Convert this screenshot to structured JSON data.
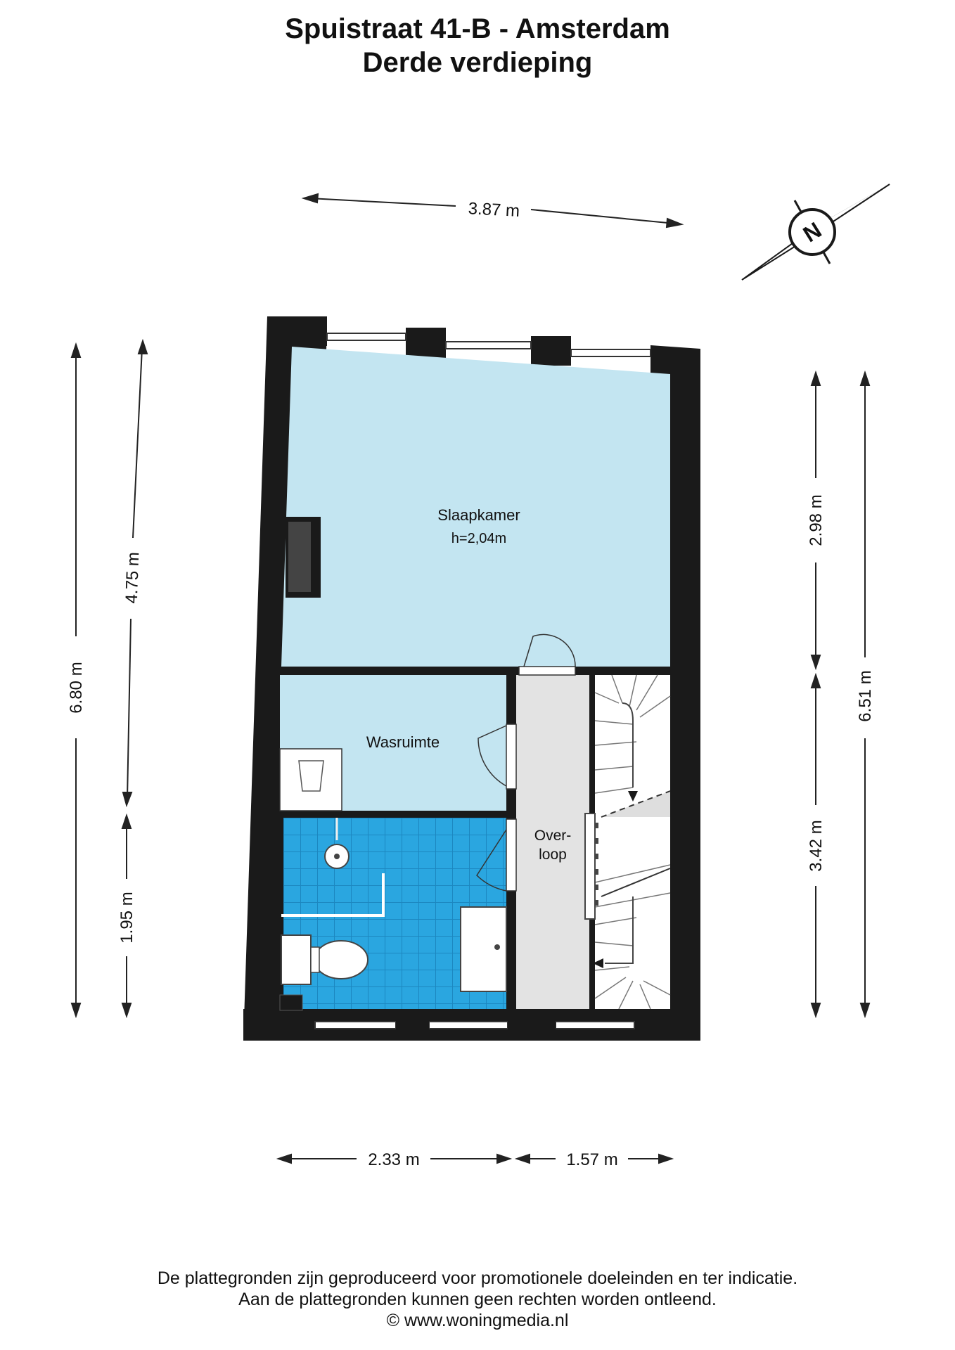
{
  "header": {
    "title": "Spuistraat 41-B - Amsterdam",
    "subtitle": "Derde verdieping"
  },
  "rooms": {
    "slaapkamer": {
      "label": "Slaapkamer",
      "height": "h=2,04m"
    },
    "wasruimte": {
      "label": "Wasruimte"
    },
    "overloop": {
      "line1": "Over-",
      "line2": "loop"
    }
  },
  "dimensions": {
    "top_width": "3.87 m",
    "left_outer": "6.80 m",
    "left_upper": "4.75 m",
    "left_lower": "1.95 m",
    "right_upper": "2.98 m",
    "right_lower": "3.42 m",
    "right_outer": "6.51 m",
    "bottom_left": "2.33 m",
    "bottom_right": "1.57 m"
  },
  "compass": {
    "icon": "compass-north-icon",
    "letter": "N"
  },
  "colors": {
    "wall": "#1a1a1a",
    "bedroom": "#c3e5f1",
    "bathroom_tile": "#2aa6e0",
    "landing": "#e3e3e3"
  },
  "footer": {
    "line1": "De plattegronden zijn geproduceerd voor promotionele doeleinden en ter indicatie.",
    "line2": "Aan de plattegronden kunnen geen rechten worden ontleend.",
    "line3": "© www.woningmedia.nl"
  }
}
